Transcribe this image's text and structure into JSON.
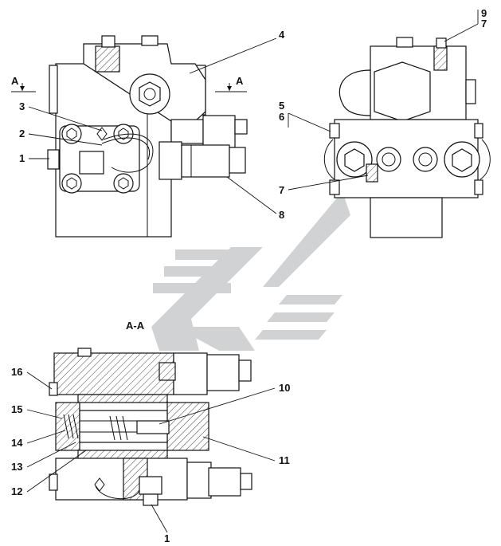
{
  "section_title": "A-A",
  "section_marks": [
    "A",
    "A"
  ],
  "callouts": {
    "c1_top": "1",
    "c2_top": "2",
    "c3_top": "3",
    "c4_top": "4",
    "c8_top": "8",
    "c5": "5",
    "c6": "6",
    "c9": "9",
    "c7_top_right": "7",
    "c7_right": "7",
    "c16": "16",
    "c15": "15",
    "c14": "14",
    "c13": "13",
    "c12": "12",
    "c10": "10",
    "c11": "11",
    "c1_bottom": "1"
  },
  "colors": {
    "ink": "#111111",
    "watermark": "#c8cbcd"
  },
  "watermark_icon": "chevron-logo"
}
